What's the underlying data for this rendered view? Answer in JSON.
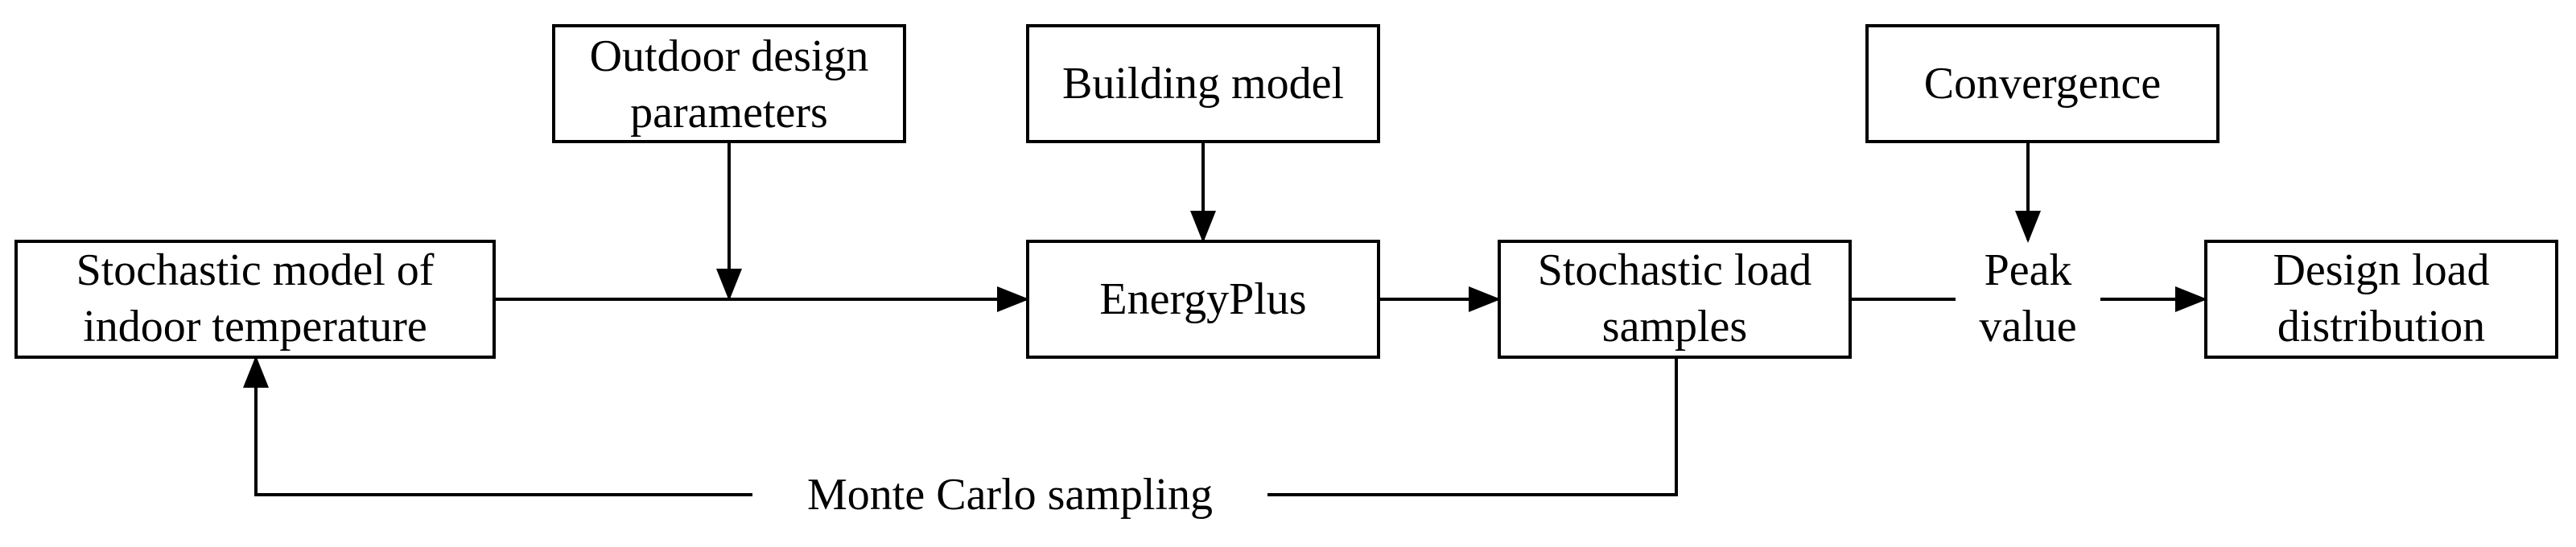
{
  "nodes": {
    "outdoor_design": {
      "line1": "Outdoor design",
      "line2": "parameters"
    },
    "building_model": {
      "line1": "Building model"
    },
    "convergence": {
      "line1": "Convergence"
    },
    "stochastic_indoor": {
      "line1": "Stochastic model of",
      "line2": "indoor temperature"
    },
    "energyplus": {
      "line1": "EnergyPlus"
    },
    "stochastic_load": {
      "line1": "Stochastic load",
      "line2": "samples"
    },
    "design_load": {
      "line1": "Design load",
      "line2": "distribution"
    }
  },
  "labels": {
    "peak_value": {
      "line1": "Peak",
      "line2": "value"
    },
    "monte_carlo": "Monte Carlo sampling"
  }
}
